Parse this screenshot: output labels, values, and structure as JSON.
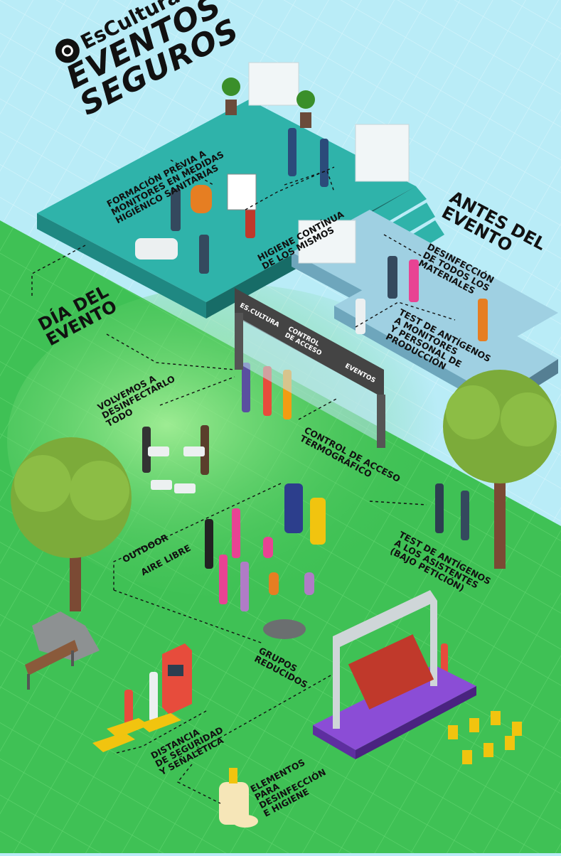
{
  "brand": {
    "name": "EsCultura",
    "title_line1": "EVENTOS",
    "title_line2": "SEGUROS"
  },
  "sections": {
    "before": "ANTES DEL\nEVENTO",
    "day": "DÍA DEL\nEVENTO"
  },
  "before_items": {
    "training": "FORMACIÓN PREVIA A\nMONITORES EN MEDIDAS\nHIGIÉNICO SANITARIAS",
    "hygiene": "HIGIENE CONTÍNUA\nDE LOS MISMOS",
    "disinfection": "DESINFECCIÓN\nDE TODOS LOS\nMATERIALES",
    "antigen_staff": "TEST DE ANTÍGENOS\nA MONITORES\nY PERSONAL DE\nPRODUCCIÓN"
  },
  "day_items": {
    "redisinfect": "VOLVEMOS A\nDESINFECTARLO\nTODO",
    "access": "CONTROL DE ACCESO\nTERMOGRÁFICO",
    "outdoor": "OUTDOOR",
    "open_air": "AIRE LIBRE",
    "antigen_guests": "TEST DE ANTÍGENOS\nA LOS ASISTENTES\n(BAJO PETICIÓN)",
    "groups": "GRUPOS\nREDUCIDOS",
    "distance": "DISTANCIA\nDE SEGURIDAD\nY SEÑALÉTICA",
    "elements": "ELEMENTOS\nPARA\nDESINFECCIÓN\nE HIGIENE"
  },
  "gate": {
    "brand": "ES.CULTURA",
    "sign": "CONTROL\nDE ACCESO",
    "right": "EVENTOS"
  },
  "colors": {
    "sky": "#b9ecf7",
    "grass": "#3fc155",
    "platform": "#2fa39d",
    "floor_lab": "#8ec6d9",
    "stage": "#8b4dd6"
  }
}
